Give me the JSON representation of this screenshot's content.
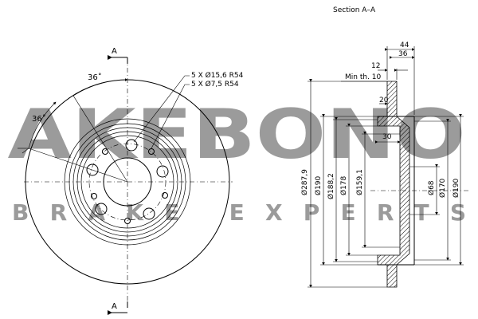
{
  "watermark": {
    "brand": "AKEBONO",
    "tagline": "BRAKE EXPERTS",
    "color": "#9b9b9b"
  },
  "section": {
    "title": "Section A–A"
  },
  "front_view": {
    "section_marker_top": "A",
    "section_marker_bottom": "A",
    "angle_1": "36˚",
    "angle_2": "36˚",
    "callout_large_holes": "5 X Ø15,6  R54",
    "callout_small_holes": "5 X Ø7,5  R54"
  },
  "side_view": {
    "dim_44": "44",
    "dim_36": "36",
    "dim_12": "12",
    "min_thickness": "Min th. 10",
    "dim_20": "20",
    "dim_30": "30",
    "dia_287_9": "Ø287,9",
    "dia_190_left": "Ø190",
    "dia_188_2": "Ø188,2",
    "dia_178": "Ø178",
    "dia_159_1": "Ø159,1",
    "dia_68": "Ø68",
    "dia_170": "Ø170",
    "dia_190_right": "Ø190"
  }
}
